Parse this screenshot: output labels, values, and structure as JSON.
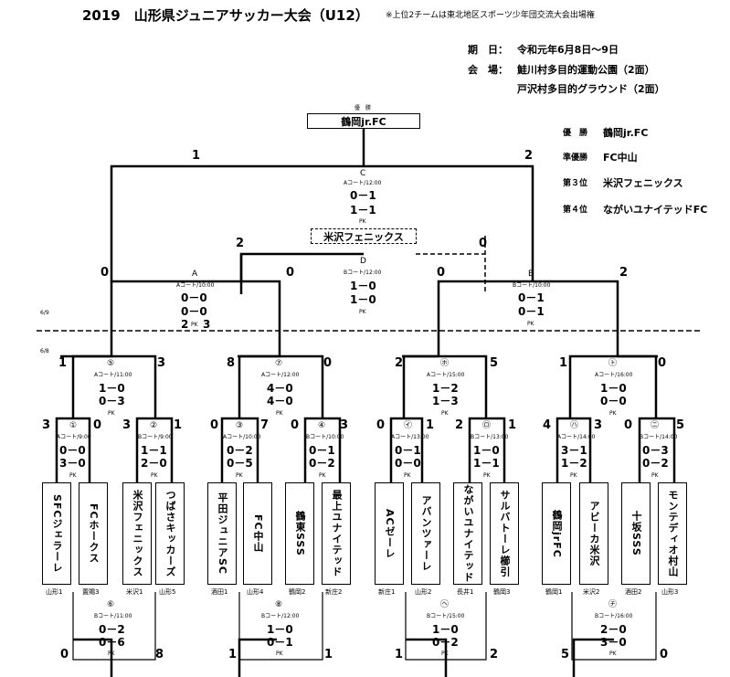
{
  "header": {
    "title": "2019　山形県ジュニアサッカー大会（U12）",
    "note": "※上位2チームは東北地区スポーツ少年団交流大会出場権",
    "date_label": "期　日：",
    "date_value": "令和元年6月8日～9日",
    "venue_label": "会　場：",
    "venue_1": "鮭川村多目的運動公園（2面）",
    "venue_2": "戸沢村多目的グラウンド（2面）"
  },
  "champion_box": {
    "label": "優　勝",
    "team": "鶴岡jr.FC"
  },
  "results": [
    {
      "rank": "優　勝",
      "team": "鶴岡jr.FC"
    },
    {
      "rank": "準優勝",
      "team": "FC中山"
    },
    {
      "rank": "第３位",
      "team": "米沢フェニックス"
    },
    {
      "rank": "第４位",
      "team": "ながいユナイテッドFC"
    }
  ],
  "third_place_box": "米沢フェニックス",
  "day_labels": {
    "day2": "6/9",
    "day1": "6/8"
  },
  "matches": {
    "C": {
      "id": "C",
      "court": "Aコート/12:00",
      "h1": "0－1",
      "h2": "1－1",
      "pk": "PK",
      "left": "1",
      "right": "2"
    },
    "D": {
      "id": "D",
      "court": "Bコート/12:00",
      "h1": "1－0",
      "h2": "1－0",
      "pk": "PK",
      "left": "2",
      "right": "0"
    },
    "A": {
      "id": "A",
      "court": "Aコート/10:00",
      "h1": "0－0",
      "h2": "0－0",
      "pk_left": "2",
      "pk": "PK",
      "pk_right": "3",
      "left": "0",
      "right": "0"
    },
    "B": {
      "id": "B",
      "court": "Bコート/10:00",
      "h1": "0－1",
      "h2": "0－1",
      "pk": "PK",
      "left": "0",
      "right": "2"
    },
    "m5": {
      "id": "⑤",
      "court": "Aコート/11:00",
      "h1": "1－0",
      "h2": "0－3",
      "pk": "PK",
      "left": "1",
      "right": "3"
    },
    "m7": {
      "id": "⑦",
      "court": "Aコート/12:00",
      "h1": "4－0",
      "h2": "4－0",
      "pk": "PK",
      "left": "8",
      "right": "0"
    },
    "mro": {
      "id": "㋭",
      "court": "Aコート/15:00",
      "h1": "1－2",
      "h2": "1－3",
      "pk": "PK",
      "left": "2",
      "right": "5"
    },
    "mto": {
      "id": "㋣",
      "court": "Aコート/16:00",
      "h1": "1－0",
      "h2": "0－0",
      "pk": "PK",
      "left": "1",
      "right": "0"
    },
    "m1": {
      "id": "①",
      "court": "Aコート/9:00",
      "h1": "0－0",
      "h2": "3－0",
      "pk": "PK",
      "left": "3",
      "right": "0"
    },
    "m2": {
      "id": "②",
      "court": "Bコート/9:00",
      "h1": "1－1",
      "h2": "2－0",
      "pk": "PK",
      "left": "3",
      "right": "1"
    },
    "m3": {
      "id": "③",
      "court": "Aコート/10:00",
      "h1": "0－2",
      "h2": "0－5",
      "pk": "PK",
      "left": "0",
      "right": "7"
    },
    "m4": {
      "id": "④",
      "court": "Bコート/10:00",
      "h1": "0－1",
      "h2": "0－2",
      "pk": "PK",
      "left": "0",
      "right": "3"
    },
    "mi": {
      "id": "㋑",
      "court": "Aコート/13:00",
      "h1": "0－1",
      "h2": "0－0",
      "pk": "PK",
      "left": "0",
      "right": "1"
    },
    "mro2": {
      "id": "㋺",
      "court": "Bコート/13:00",
      "h1": "1－0",
      "h2": "1－1",
      "pk": "PK",
      "left": "2",
      "right": "1"
    },
    "mha": {
      "id": "㋩",
      "court": "Aコート/14:00",
      "h1": "3－1",
      "h2": "1－2",
      "pk": "PK",
      "left": "4",
      "right": "3"
    },
    "mni": {
      "id": "㋥",
      "court": "Bコート/14:00",
      "h1": "0－3",
      "h2": "0－2",
      "pk": "PK",
      "left": "0",
      "right": "5"
    },
    "m6": {
      "id": "⑥",
      "court": "Bコート/11:00",
      "h1": "0－2",
      "h2": "0－6",
      "pk": "PK",
      "left": "0",
      "right": "8"
    },
    "m8": {
      "id": "⑧",
      "court": "Bコート/12:00",
      "h1": "1－0",
      "h2": "0－1",
      "pk": "PK",
      "left": "1",
      "right": "1"
    },
    "mhe": {
      "id": "㋬",
      "court": "Bコート/15:00",
      "h1": "1－0",
      "h2": "0－2",
      "pk": "PK",
      "left": "1",
      "right": "2"
    },
    "mchi": {
      "id": "㋠",
      "court": "Bコート/16:00",
      "h1": "2－0",
      "h2": "3－0",
      "pk": "PK",
      "left": "5",
      "right": "0"
    }
  },
  "teams": [
    {
      "name": "SFCジェラーレ",
      "pref": "山形1"
    },
    {
      "name": "FCホークス",
      "pref": "置賜3"
    },
    {
      "name": "米沢フェニックス",
      "pref": "米沢1"
    },
    {
      "name": "つばさキッカーズ",
      "pref": "山形5"
    },
    {
      "name": "平田ジュニアSC",
      "pref": "酒田1"
    },
    {
      "name": "FC中山",
      "pref": "山形4"
    },
    {
      "name": "鶴東SSS",
      "pref": "鶴岡2"
    },
    {
      "name": "最上ユナイテッド",
      "pref": "新庄2"
    },
    {
      "name": "ACゼーレ",
      "pref": "新庄1"
    },
    {
      "name": "アバンツァーレ",
      "pref": "山形2"
    },
    {
      "name": "ながいユナイテッド",
      "pref": "長井1"
    },
    {
      "name": "サルバトーレ櫛引",
      "pref": "鶴岡3"
    },
    {
      "name": "鶴岡jrFC",
      "pref": "鶴岡1"
    },
    {
      "name": "アビーカ米沢",
      "pref": "米沢2"
    },
    {
      "name": "十坂SSS",
      "pref": "酒田2"
    },
    {
      "name": "モンテディオ村山",
      "pref": "山形3"
    }
  ]
}
